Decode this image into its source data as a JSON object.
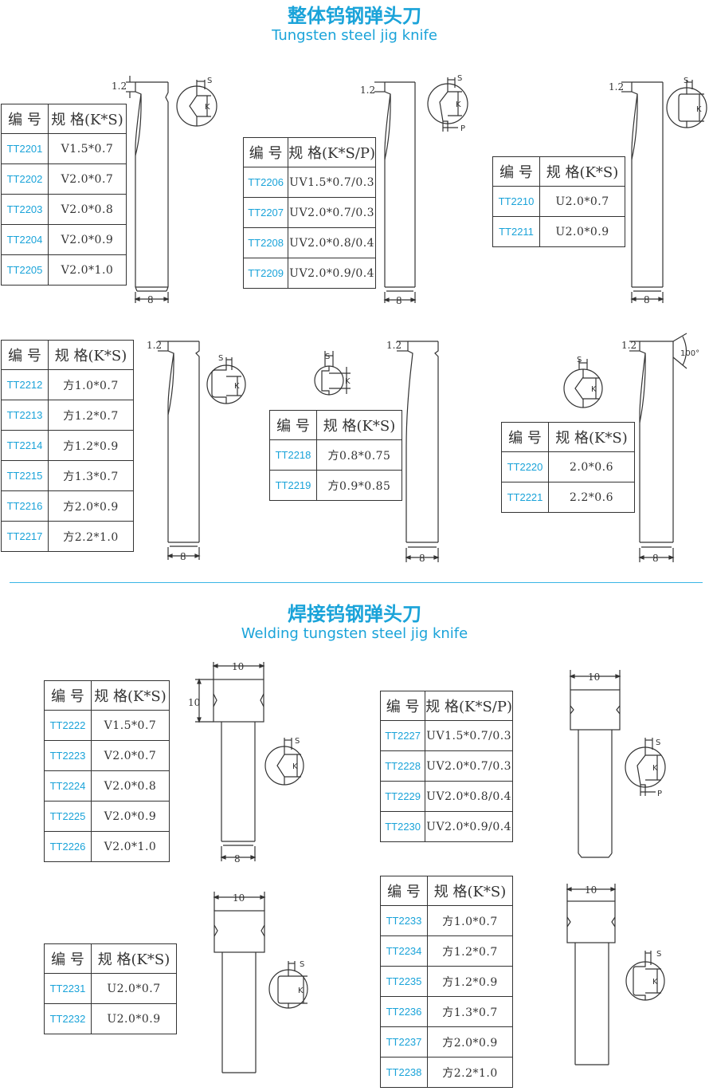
{
  "section1": {
    "title_cn": "整体钨钢弹头刀",
    "title_en": "Tungsten steel jig knife"
  },
  "section2": {
    "title_cn": "焊接钨钢弹头刀",
    "title_en": "Welding tungsten steel jig knife"
  },
  "dims": {
    "d12": "1.2",
    "d8": "8",
    "d10": "10",
    "s": "S",
    "k": "K",
    "p": "P",
    "angle": "100°"
  },
  "tables": {
    "t1": {
      "h1": "编  号",
      "h2": "规 格(K*S)",
      "rows": [
        {
          "code": "TT2201",
          "spec": "V1.5*0.7"
        },
        {
          "code": "TT2202",
          "spec": "V2.0*0.7"
        },
        {
          "code": "TT2203",
          "spec": "V2.0*0.8"
        },
        {
          "code": "TT2204",
          "spec": "V2.0*0.9"
        },
        {
          "code": "TT2205",
          "spec": "V2.0*1.0"
        }
      ]
    },
    "t2": {
      "h1": "编  号",
      "h2": "规 格(K*S/P)",
      "rows": [
        {
          "code": "TT2206",
          "spec": "UV1.5*0.7/0.3"
        },
        {
          "code": "TT2207",
          "spec": "UV2.0*0.7/0.3"
        },
        {
          "code": "TT2208",
          "spec": "UV2.0*0.8/0.4"
        },
        {
          "code": "TT2209",
          "spec": "UV2.0*0.9/0.4"
        }
      ]
    },
    "t3": {
      "h1": "编  号",
      "h2": "规 格(K*S)",
      "rows": [
        {
          "code": "TT2210",
          "spec": "U2.0*0.7"
        },
        {
          "code": "TT2211",
          "spec": "U2.0*0.9"
        }
      ]
    },
    "t4": {
      "h1": "编  号",
      "h2": "规 格(K*S)",
      "rows": [
        {
          "code": "TT2212",
          "spec": "方1.0*0.7"
        },
        {
          "code": "TT2213",
          "spec": "方1.2*0.7"
        },
        {
          "code": "TT2214",
          "spec": "方1.2*0.9"
        },
        {
          "code": "TT2215",
          "spec": "方1.3*0.7"
        },
        {
          "code": "TT2216",
          "spec": "方2.0*0.9"
        },
        {
          "code": "TT2217",
          "spec": "方2.2*1.0"
        }
      ]
    },
    "t5": {
      "h1": "编  号",
      "h2": "规 格(K*S)",
      "rows": [
        {
          "code": "TT2218",
          "spec": "方0.8*0.75"
        },
        {
          "code": "TT2219",
          "spec": "方0.9*0.85"
        }
      ]
    },
    "t6": {
      "h1": "编  号",
      "h2": "规 格(K*S)",
      "rows": [
        {
          "code": "TT2220",
          "spec": "2.0*0.6"
        },
        {
          "code": "TT2221",
          "spec": "2.2*0.6"
        }
      ]
    },
    "t7": {
      "h1": "编  号",
      "h2": "规 格(K*S)",
      "rows": [
        {
          "code": "TT2222",
          "spec": "V1.5*0.7"
        },
        {
          "code": "TT2223",
          "spec": "V2.0*0.7"
        },
        {
          "code": "TT2224",
          "spec": "V2.0*0.8"
        },
        {
          "code": "TT2225",
          "spec": "V2.0*0.9"
        },
        {
          "code": "TT2226",
          "spec": "V2.0*1.0"
        }
      ]
    },
    "t8": {
      "h1": "编  号",
      "h2": "规 格(K*S/P)",
      "rows": [
        {
          "code": "TT2227",
          "spec": "UV1.5*0.7/0.3"
        },
        {
          "code": "TT2228",
          "spec": "UV2.0*0.7/0.3"
        },
        {
          "code": "TT2229",
          "spec": "UV2.0*0.8/0.4"
        },
        {
          "code": "TT2230",
          "spec": "UV2.0*0.9/0.4"
        }
      ]
    },
    "t9": {
      "h1": "编  号",
      "h2": "规 格(K*S)",
      "rows": [
        {
          "code": "TT2231",
          "spec": "U2.0*0.7"
        },
        {
          "code": "TT2232",
          "spec": "U2.0*0.9"
        }
      ]
    },
    "t10": {
      "h1": "编  号",
      "h2": "规 格(K*S)",
      "rows": [
        {
          "code": "TT2233",
          "spec": "方1.0*0.7"
        },
        {
          "code": "TT2234",
          "spec": "方1.2*0.7"
        },
        {
          "code": "TT2235",
          "spec": "方1.2*0.9"
        },
        {
          "code": "TT2236",
          "spec": "方1.3*0.7"
        },
        {
          "code": "TT2237",
          "spec": "方2.0*0.9"
        },
        {
          "code": "TT2238",
          "spec": "方2.2*1.0"
        }
      ]
    }
  }
}
